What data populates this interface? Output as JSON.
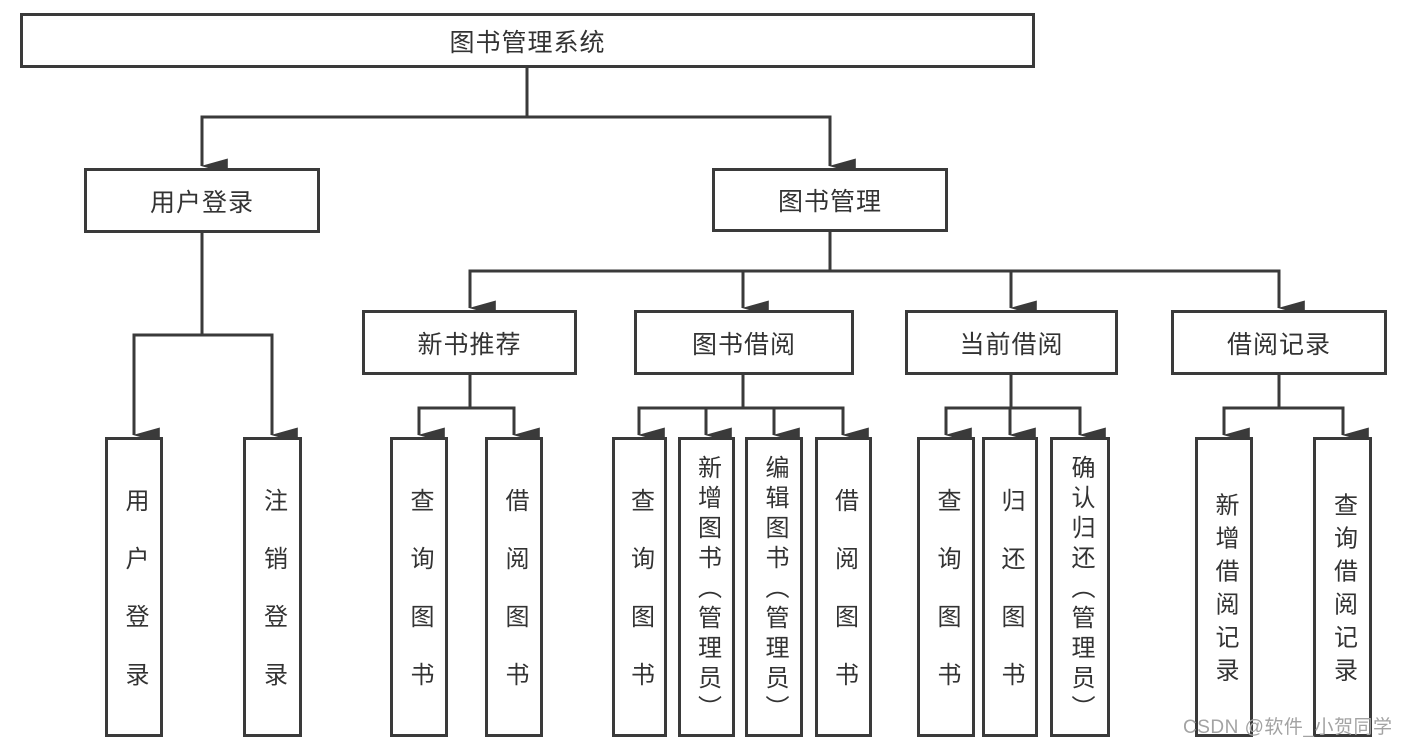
{
  "diagram_title": "图书管理系统",
  "colors": {
    "line": "#3a3a3a",
    "box_border": "#3a3a3a",
    "text": "#333333",
    "background": "#ffffff",
    "watermark": "#a3a3a3"
  },
  "tree": {
    "root": {
      "label": "图书管理系统",
      "children": [
        {
          "label": "用户登录",
          "children": [
            {
              "label": "用户登录"
            },
            {
              "label": "注销登录"
            }
          ]
        },
        {
          "label": "图书管理",
          "children": [
            {
              "label": "新书推荐",
              "children": [
                {
                  "label": "查询图书"
                },
                {
                  "label": "借阅图书"
                }
              ]
            },
            {
              "label": "图书借阅",
              "children": [
                {
                  "label": "查询图书"
                },
                {
                  "label": "新增图书（管理员）"
                },
                {
                  "label": "编辑图书（管理员）"
                },
                {
                  "label": "借阅图书"
                }
              ]
            },
            {
              "label": "当前借阅",
              "children": [
                {
                  "label": "查询图书"
                },
                {
                  "label": "归还图书"
                },
                {
                  "label": "确认归还（管理员）"
                }
              ]
            },
            {
              "label": "借阅记录",
              "children": [
                {
                  "label": "新增借阅记录"
                },
                {
                  "label": "查询借阅记录"
                }
              ]
            }
          ]
        }
      ]
    }
  },
  "watermark": {
    "text": "CSDN @软件_小贺同学"
  }
}
